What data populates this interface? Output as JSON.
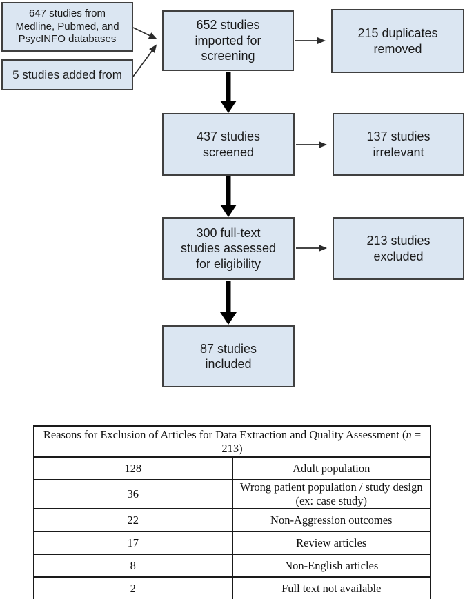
{
  "colors": {
    "box_fill": "#dbe6f2",
    "box_border": "#404040",
    "thick_arrow": "#000000",
    "thin_arrow": "#2b2b2b",
    "table_border": "#1a1a1a",
    "background": "#ffffff"
  },
  "flowchart": {
    "source_box_databases": {
      "lines": [
        "647 studies from",
        "Medline, Pubmed, and",
        "PsycINFO databases"
      ]
    },
    "source_box_added": {
      "lines": [
        "5 studies added from"
      ]
    },
    "imported_box": {
      "lines": [
        "652 studies",
        "imported for",
        "screening"
      ]
    },
    "duplicates_box": {
      "lines": [
        "215 duplicates",
        "removed"
      ]
    },
    "screened_box": {
      "lines": [
        "437 studies",
        "screened"
      ]
    },
    "irrelevant_box": {
      "lines": [
        "137 studies",
        "irrelevant"
      ]
    },
    "fulltext_box": {
      "lines": [
        "300 full-text",
        "studies assessed",
        "for eligibility"
      ]
    },
    "excluded_box": {
      "lines": [
        "213 studies",
        "excluded"
      ]
    },
    "included_box": {
      "lines": [
        "87 studies",
        "included"
      ]
    }
  },
  "table": {
    "title_prefix": "Reasons for Exclusion of Articles for Data Extraction and Quality Assessment (",
    "title_n": "n",
    "title_suffix": " = 213)",
    "rows": [
      {
        "count": "128",
        "reason": "Adult population"
      },
      {
        "count": "36",
        "reason": "Wrong patient population / study design (ex: case study)"
      },
      {
        "count": "22",
        "reason": "Non-Aggression outcomes"
      },
      {
        "count": "17",
        "reason": "Review articles"
      },
      {
        "count": "8",
        "reason": "Non-English articles"
      },
      {
        "count": "2",
        "reason": "Full text not available"
      }
    ]
  }
}
